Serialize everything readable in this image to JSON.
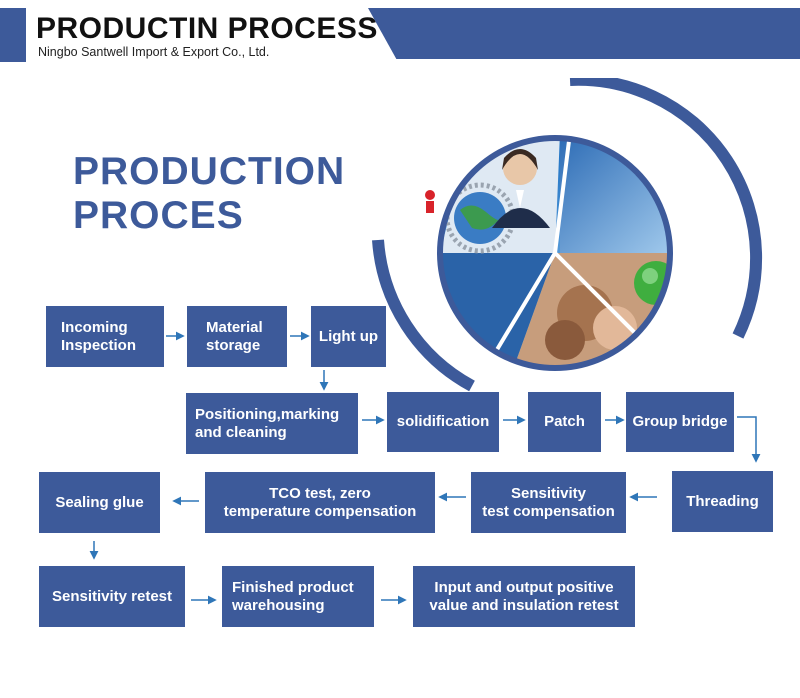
{
  "header": {
    "title": "PRODUCTIN PROCESS",
    "company": "Ningbo Santwell Import & Export Co., Ltd."
  },
  "heading": {
    "line1": "PRODUCTION",
    "line2": "PROCES"
  },
  "steps": [
    "Incoming\nInspection",
    "Material\nstorage",
    "Light up",
    "Positioning,marking\nand cleaning",
    "solidification",
    "Patch",
    "Group bridge",
    "Threading",
    "Sensitivity\ntest compensation",
    "TCO test, zero\ntemperature compensation",
    "Sealing glue",
    "Sensitivity retest",
    "Finished product\nwarehousing",
    "Input and output positive\nvalue and insulation retest"
  ],
  "colors": {
    "box": "#3d5a9a",
    "header": "#3d5a9a",
    "arrow": "#2f76b8",
    "heading": "#3d5a9a"
  }
}
